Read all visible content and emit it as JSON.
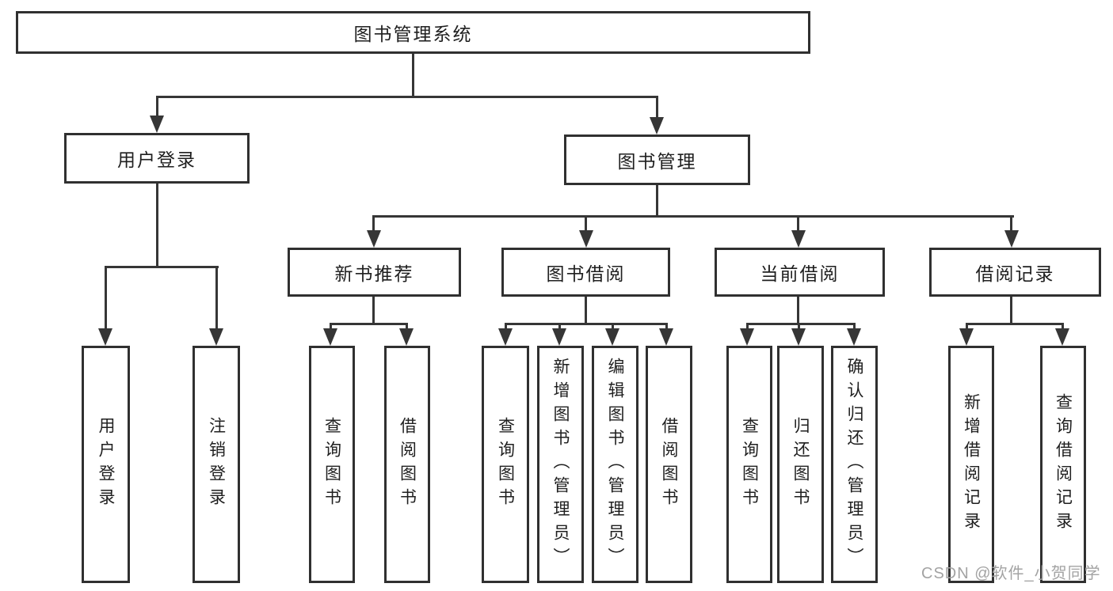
{
  "diagram": {
    "root": {
      "label": "图书管理系统"
    },
    "user_login": {
      "label": "用户登录",
      "children": [
        {
          "label": "用户登录"
        },
        {
          "label": "注销登录"
        }
      ]
    },
    "book_mgmt": {
      "label": "图书管理",
      "sections": {
        "new_books": {
          "label": "新书推荐",
          "children": [
            {
              "label": "查询图书"
            },
            {
              "label": "借阅图书"
            }
          ]
        },
        "borrowing": {
          "label": "图书借阅",
          "children": [
            {
              "label": "查询图书"
            },
            {
              "label": "新增图书（管理员）"
            },
            {
              "label": "编辑图书（管理员）"
            },
            {
              "label": "借阅图书"
            }
          ]
        },
        "current": {
          "label": "当前借阅",
          "children": [
            {
              "label": "查询图书"
            },
            {
              "label": "归还图书"
            },
            {
              "label": "确认归还（管理员）"
            }
          ]
        },
        "records": {
          "label": "借阅记录",
          "children": [
            {
              "label": "新增借阅记录"
            },
            {
              "label": "查询借阅记录"
            }
          ]
        }
      }
    },
    "colors": {
      "line": "#363636",
      "box_border": "#303030",
      "text": "#1f1f1f",
      "background": "#ffffff",
      "watermark": "#a3a3a3"
    }
  },
  "watermark": {
    "text": "CSDN @软件_小贺同学"
  }
}
